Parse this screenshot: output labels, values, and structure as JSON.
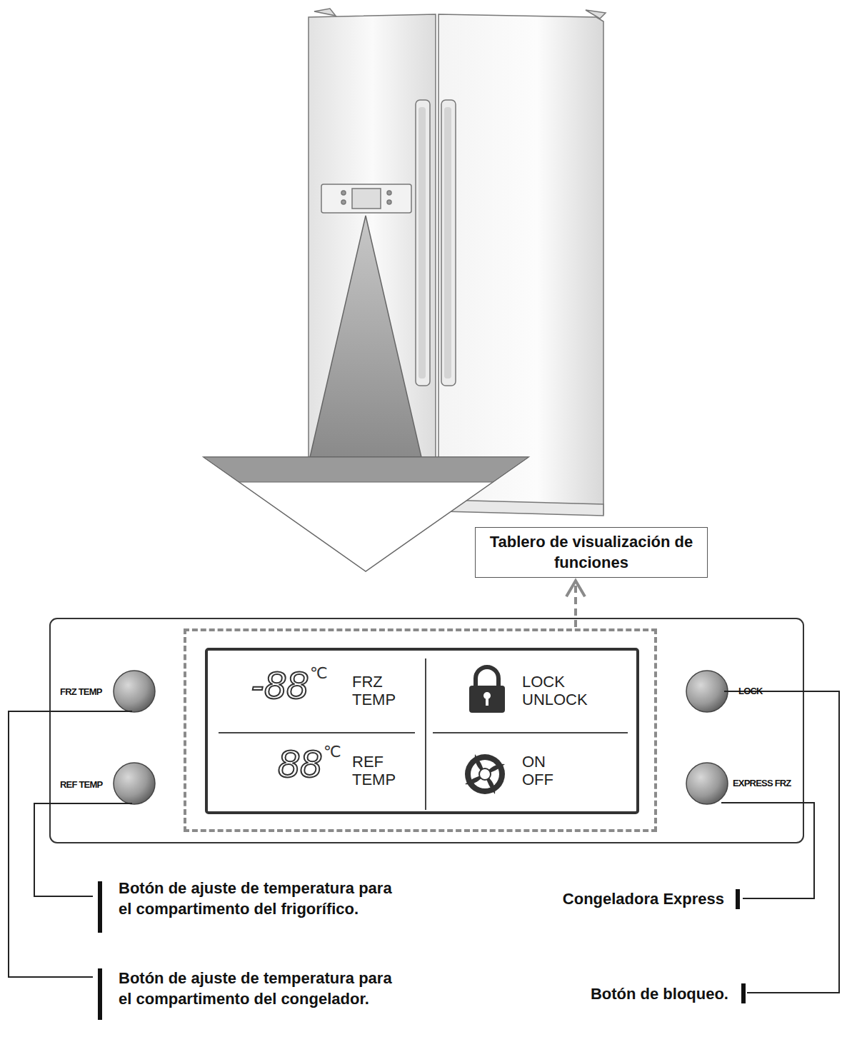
{
  "diagram": {
    "nodes": [
      {
        "text": [
          "Tablero de visualización de funciones"
        ]
      },
      {
        "text": [
          "-88",
          "℃",
          "FRZ TEMP",
          "LOCK UNLOCK",
          "88",
          "℃",
          "REF TEMP",
          "ON OFF"
        ]
      }
    ],
    "edges": [
      {
        "from": 1,
        "to": 0,
        "arrow": "to"
      }
    ],
    "labels": [
      "FRZ TEMP",
      "REF TEMP",
      "LOCK",
      "EXPRESS FRZ",
      "Botón de ajuste de temperatura para el compartimento del frigorífico.",
      "Botón de ajuste de temperatura para el compartimento del congelador.",
      "Congeladora Express",
      "Botón de bloqueo."
    ]
  }
}
